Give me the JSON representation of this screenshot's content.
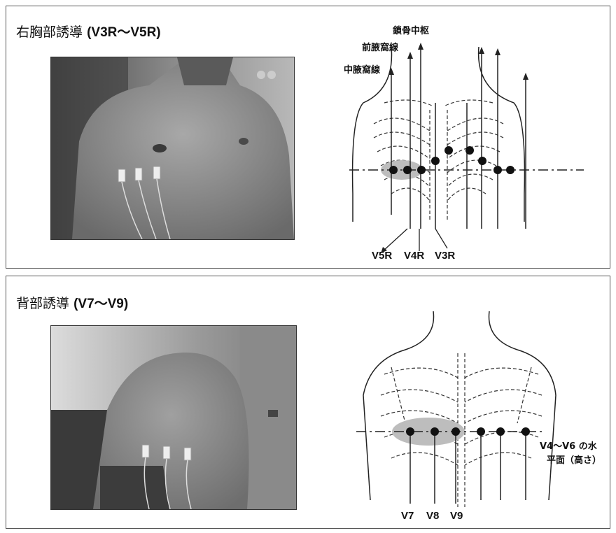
{
  "panels": [
    {
      "title_prefix": "右胸部誘導",
      "title_suffix": "(V3R～V5R)",
      "labels": {
        "clavicle_mid": "鎖骨中枢",
        "anterior_axillary": "前腋窩線",
        "mid_axillary": "中腋窩線"
      },
      "electrodes": [
        "V5R",
        "V4R",
        "V3R"
      ]
    },
    {
      "title_prefix": "背部誘導",
      "title_suffix": "(V7～V9)",
      "labels": {
        "plane_line1": "V4～V6 の水",
        "plane_line2": "平面（高さ）"
      },
      "electrodes": [
        "V7",
        "V8",
        "V9"
      ]
    }
  ],
  "colors": {
    "border": "#555555",
    "ink": "#111111",
    "highlight": "#bdbdbd"
  }
}
